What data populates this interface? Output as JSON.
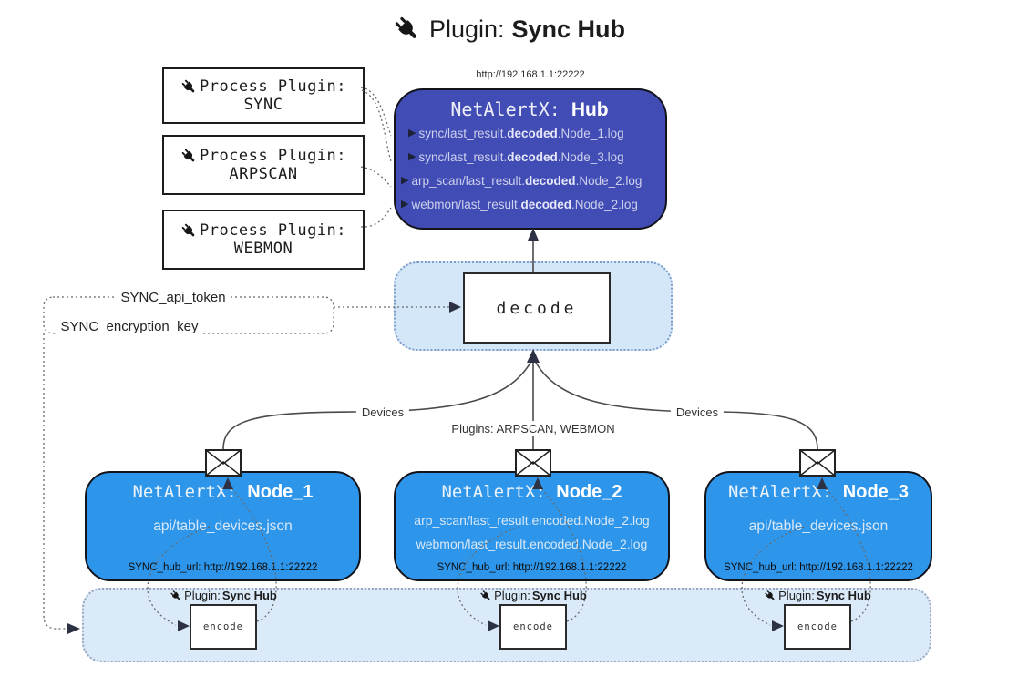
{
  "title": {
    "prefix": "Plugin: ",
    "highlight": "Sync Hub"
  },
  "icons": {
    "plug": "plug-icon",
    "envelope": "envelope-icon"
  },
  "process_plugins": {
    "heading": "Process Plugin:",
    "items": [
      {
        "name": "SYNC"
      },
      {
        "name": "ARPSCAN"
      },
      {
        "name": "WEBMON"
      }
    ]
  },
  "hub": {
    "url": "http://192.168.1.1:22222",
    "title_prefix": "NetAlertX: ",
    "title_name": "Hub",
    "logs": [
      {
        "pre": "sync/last_result.",
        "em": "decoded",
        "post": ".Node_1.log"
      },
      {
        "pre": "sync/last_result.",
        "em": "decoded",
        "post": ".Node_3.log"
      },
      {
        "pre": "arp_scan/last_result.",
        "em": "decoded",
        "post": ".Node_2.log"
      },
      {
        "pre": "webmon/last_result.",
        "em": "decoded",
        "post": ".Node_2.log"
      }
    ]
  },
  "decode_box": {
    "label": "decode"
  },
  "settings": {
    "api_token": "SYNC_api_token",
    "encryption_key": "SYNC_encryption_key"
  },
  "edge_labels": {
    "devices_left": "Devices",
    "plugins_middle": "Plugins: ARPSCAN, WEBMON",
    "devices_right": "Devices"
  },
  "nodes": [
    {
      "title_prefix": "NetAlertX: ",
      "title_name": "Node_1",
      "files": [
        "api/table_devices.json"
      ],
      "hub_url": "SYNC_hub_url: http://192.168.1.1:22222"
    },
    {
      "title_prefix": "NetAlertX: ",
      "title_name": "Node_2",
      "files": [
        "arp_scan/last_result.encoded.Node_2.log",
        "webmon/last_result.encoded.Node_2.log"
      ],
      "hub_url": "SYNC_hub_url: http://192.168.1.1:22222"
    },
    {
      "title_prefix": "NetAlertX: ",
      "title_name": "Node_3",
      "files": [
        "api/table_devices.json"
      ],
      "hub_url": "SYNC_hub_url: http://192.168.1.1:22222"
    }
  ],
  "encoder": {
    "label_prefix": "Plugin: ",
    "label_highlight": "Sync Hub",
    "box_label": "encode"
  },
  "colors": {
    "hub_bg": "#414CB5",
    "node_bg": "#2E96EA",
    "decode_panel_bg": "#D4E7F9",
    "encode_panel_bg": "#DBEAF9"
  }
}
